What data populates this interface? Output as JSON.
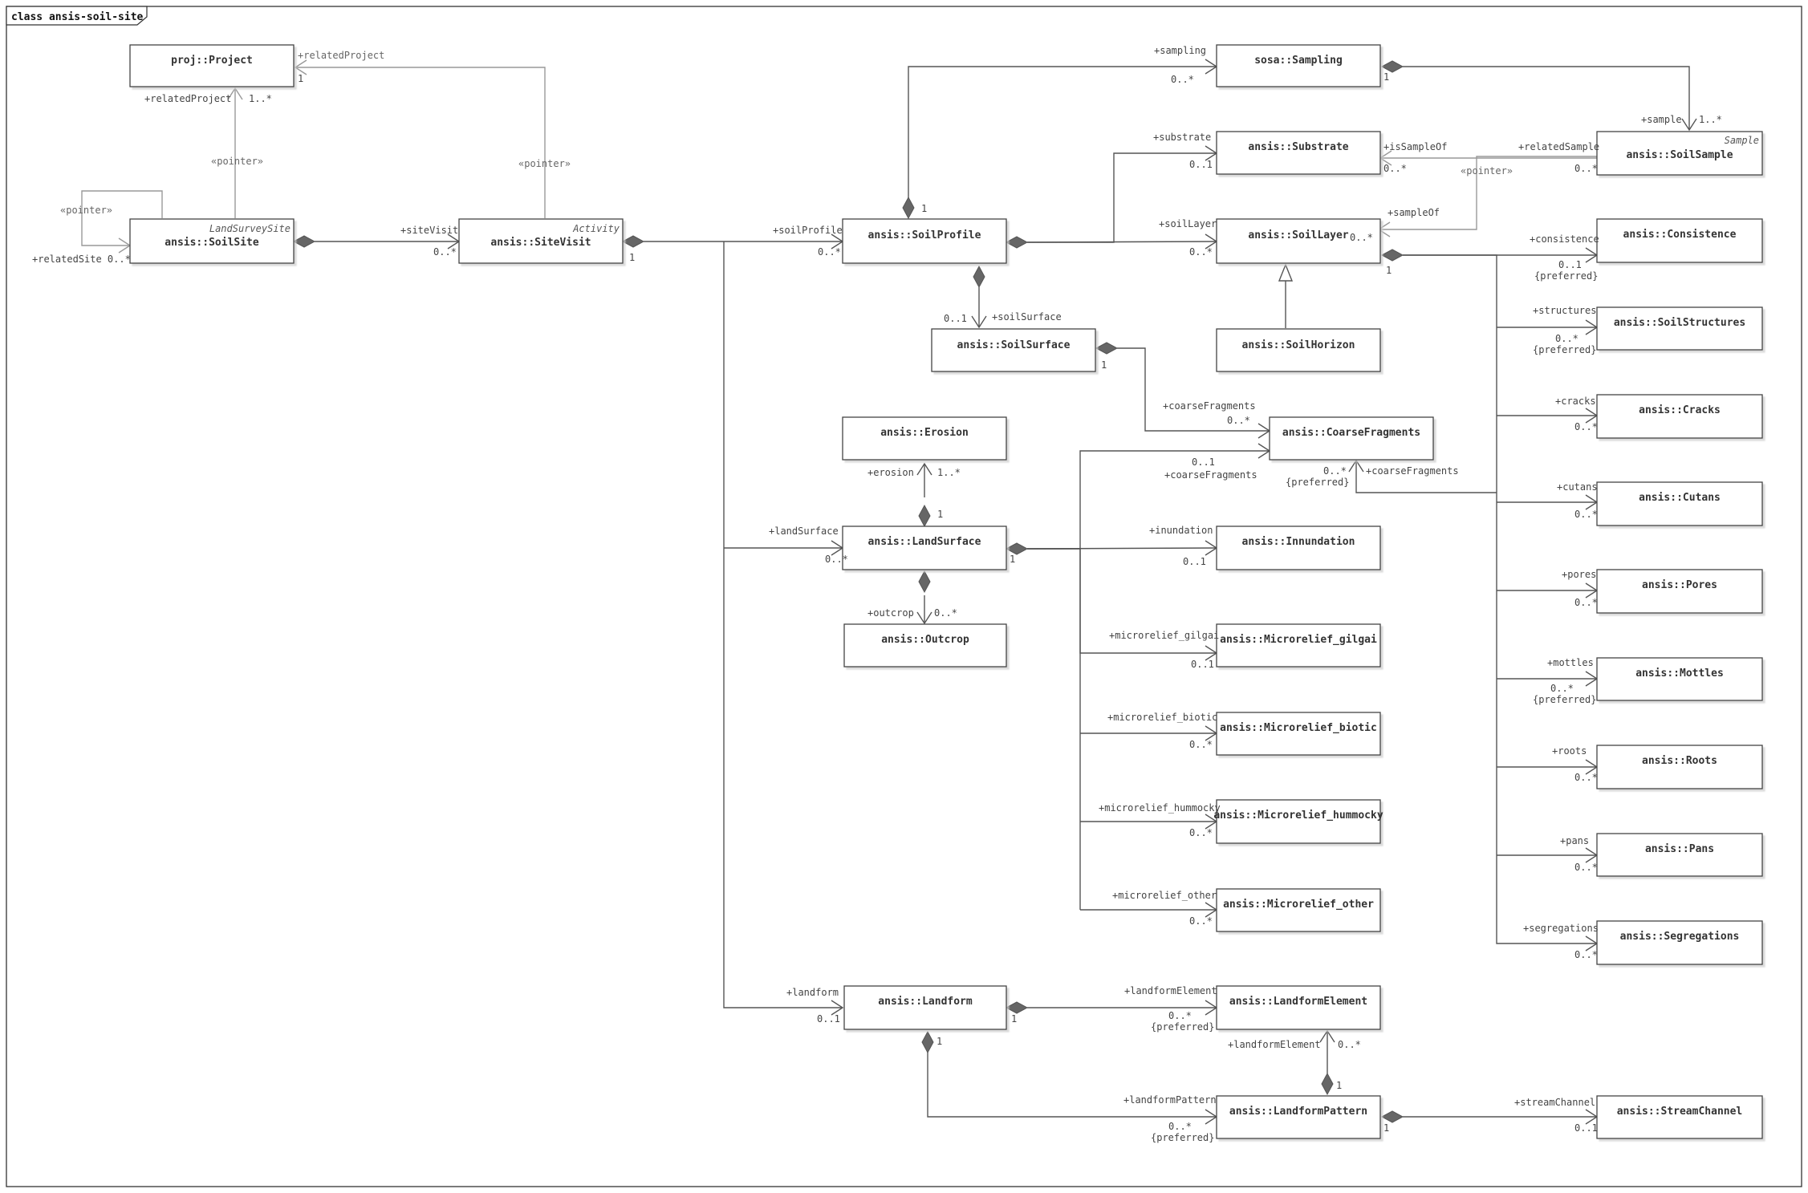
{
  "frame_title": "class ansis-soil-site",
  "classes": [
    {
      "id": "Project",
      "name": "proj::Project",
      "stereotype": ""
    },
    {
      "id": "SoilSite",
      "name": "ansis::SoilSite",
      "stereotype": "LandSurveySite"
    },
    {
      "id": "SiteVisit",
      "name": "ansis::SiteVisit",
      "stereotype": "Activity"
    },
    {
      "id": "SoilProfile",
      "name": "ansis::SoilProfile",
      "stereotype": ""
    },
    {
      "id": "Sampling",
      "name": "sosa::Sampling",
      "stereotype": ""
    },
    {
      "id": "Substrate",
      "name": "ansis::Substrate",
      "stereotype": ""
    },
    {
      "id": "SoilSample",
      "name": "ansis::SoilSample",
      "stereotype": "Sample"
    },
    {
      "id": "SoilLayer",
      "name": "ansis::SoilLayer",
      "stereotype": ""
    },
    {
      "id": "SoilHorizon",
      "name": "ansis::SoilHorizon",
      "stereotype": ""
    },
    {
      "id": "SoilSurface",
      "name": "ansis::SoilSurface",
      "stereotype": ""
    },
    {
      "id": "Erosion",
      "name": "ansis::Erosion",
      "stereotype": ""
    },
    {
      "id": "LandSurface",
      "name": "ansis::LandSurface",
      "stereotype": ""
    },
    {
      "id": "Outcrop",
      "name": "ansis::Outcrop",
      "stereotype": ""
    },
    {
      "id": "CoarseFragments",
      "name": "ansis::CoarseFragments",
      "stereotype": ""
    },
    {
      "id": "Innundation",
      "name": "ansis::Innundation",
      "stereotype": ""
    },
    {
      "id": "Microrelief_gilgai",
      "name": "ansis::Microrelief_gilgai",
      "stereotype": ""
    },
    {
      "id": "Microrelief_biotic",
      "name": "ansis::Microrelief_biotic",
      "stereotype": ""
    },
    {
      "id": "Microrelief_hummocky",
      "name": "ansis::Microrelief_hummocky",
      "stereotype": ""
    },
    {
      "id": "Microrelief_other",
      "name": "ansis::Microrelief_other",
      "stereotype": ""
    },
    {
      "id": "Landform",
      "name": "ansis::Landform",
      "stereotype": ""
    },
    {
      "id": "LandformElement",
      "name": "ansis::LandformElement",
      "stereotype": ""
    },
    {
      "id": "LandformPattern",
      "name": "ansis::LandformPattern",
      "stereotype": ""
    },
    {
      "id": "StreamChannel",
      "name": "ansis::StreamChannel",
      "stereotype": ""
    },
    {
      "id": "Consistence",
      "name": "ansis::Consistence",
      "stereotype": ""
    },
    {
      "id": "SoilStructures",
      "name": "ansis::SoilStructures",
      "stereotype": ""
    },
    {
      "id": "Cracks",
      "name": "ansis::Cracks",
      "stereotype": ""
    },
    {
      "id": "Cutans",
      "name": "ansis::Cutans",
      "stereotype": ""
    },
    {
      "id": "Pores",
      "name": "ansis::Pores",
      "stereotype": ""
    },
    {
      "id": "Mottles",
      "name": "ansis::Mottles",
      "stereotype": ""
    },
    {
      "id": "Roots",
      "name": "ansis::Roots",
      "stereotype": ""
    },
    {
      "id": "Pans",
      "name": "ansis::Pans",
      "stereotype": ""
    },
    {
      "id": "Segregations",
      "name": "ansis::Segregations",
      "stereotype": ""
    }
  ],
  "labels": [
    {
      "id": "relatedProject_role",
      "text": "+relatedProject"
    },
    {
      "id": "relatedProject_one",
      "text": "1"
    },
    {
      "id": "relatedProject_role2",
      "text": "+relatedProject"
    },
    {
      "id": "relatedProject_many",
      "text": "1..*"
    },
    {
      "id": "pointer1",
      "text": "«pointer»"
    },
    {
      "id": "pointer2",
      "text": "«pointer»"
    },
    {
      "id": "pointer3",
      "text": "«pointer»"
    },
    {
      "id": "pointer4",
      "text": "«pointer»"
    },
    {
      "id": "relatedSite",
      "text": "+relatedSite 0..*"
    },
    {
      "id": "siteVisit_role",
      "text": "+siteVisit"
    },
    {
      "id": "siteVisit_mult",
      "text": "0..*"
    },
    {
      "id": "siteVisit_one",
      "text": "1"
    },
    {
      "id": "soilProfile_role",
      "text": "+soilProfile"
    },
    {
      "id": "soilProfile_mult",
      "text": "0..*"
    },
    {
      "id": "sampling_role",
      "text": "+sampling"
    },
    {
      "id": "sampling_mult",
      "text": "0..*"
    },
    {
      "id": "sampling_one",
      "text": "1"
    },
    {
      "id": "sampling_one2",
      "text": "1"
    },
    {
      "id": "sample_role",
      "text": "+sample"
    },
    {
      "id": "sample_mult",
      "text": "1..*"
    },
    {
      "id": "substrate_role",
      "text": "+substrate"
    },
    {
      "id": "substrate_mult",
      "text": "0..1"
    },
    {
      "id": "isSampleOf_role",
      "text": "+isSampleOf"
    },
    {
      "id": "isSampleOf_mult",
      "text": "0..*"
    },
    {
      "id": "relatedSample_role",
      "text": "+relatedSample"
    },
    {
      "id": "relatedSample_mult",
      "text": "0..*"
    },
    {
      "id": "sampleOf_role",
      "text": "+sampleOf"
    },
    {
      "id": "sampleOf_mult",
      "text": "0..*"
    },
    {
      "id": "soilLayer_role",
      "text": "+soilLayer"
    },
    {
      "id": "soilLayer_mult",
      "text": "0..*"
    },
    {
      "id": "soilLayer_one",
      "text": "1"
    },
    {
      "id": "soilSurface_role",
      "text": "+soilSurface"
    },
    {
      "id": "soilSurface_mult",
      "text": "0..1"
    },
    {
      "id": "soilSurface_one",
      "text": "1"
    },
    {
      "id": "coarse1_role",
      "text": "+coarseFragments"
    },
    {
      "id": "coarse1_mult",
      "text": "0..*"
    },
    {
      "id": "coarse2_mult",
      "text": "0..1"
    },
    {
      "id": "coarse2_role",
      "text": "+coarseFragments"
    },
    {
      "id": "coarse3_mult",
      "text": "0..*"
    },
    {
      "id": "coarse3_pref",
      "text": "{preferred}"
    },
    {
      "id": "coarse3_role",
      "text": "+coarseFragments"
    },
    {
      "id": "erosion_role",
      "text": "+erosion"
    },
    {
      "id": "erosion_mult",
      "text": "1..*"
    },
    {
      "id": "erosion_one",
      "text": "1"
    },
    {
      "id": "landSurface_role",
      "text": "+landSurface"
    },
    {
      "id": "landSurface_mult",
      "text": "0..*"
    },
    {
      "id": "landSurface_one",
      "text": "1"
    },
    {
      "id": "outcrop_role",
      "text": "+outcrop"
    },
    {
      "id": "outcrop_mult",
      "text": "0..*"
    },
    {
      "id": "innundation_role",
      "text": "+inundation"
    },
    {
      "id": "innundation_mult",
      "text": "0..1"
    },
    {
      "id": "gilgai_role",
      "text": "+microrelief_gilgai"
    },
    {
      "id": "gilgai_mult",
      "text": "0..1"
    },
    {
      "id": "biotic_role",
      "text": "+microrelief_biotic"
    },
    {
      "id": "biotic_mult",
      "text": "0..*"
    },
    {
      "id": "hummocky_role",
      "text": "+microrelief_hummocky"
    },
    {
      "id": "hummocky_mult",
      "text": "0..*"
    },
    {
      "id": "other_role",
      "text": "+microrelief_other"
    },
    {
      "id": "other_mult",
      "text": "0..*"
    },
    {
      "id": "landform_role",
      "text": "+landform"
    },
    {
      "id": "landform_mult",
      "text": "0..1"
    },
    {
      "id": "landform_one",
      "text": "1"
    },
    {
      "id": "landform_one2",
      "text": "1"
    },
    {
      "id": "landformElement_role",
      "text": "+landformElement"
    },
    {
      "id": "landformElement_mult",
      "text": "0..*"
    },
    {
      "id": "landformElement_pref",
      "text": "{preferred}"
    },
    {
      "id": "landformElement_role2",
      "text": "+landformElement"
    },
    {
      "id": "landformElement_mult2",
      "text": "0..*"
    },
    {
      "id": "landformPattern_one",
      "text": "1"
    },
    {
      "id": "landformPattern_role",
      "text": "+landformPattern"
    },
    {
      "id": "landformPattern_mult",
      "text": "0..*"
    },
    {
      "id": "landformPattern_pref",
      "text": "{preferred}"
    },
    {
      "id": "landformPattern_one2",
      "text": "1"
    },
    {
      "id": "streamChannel_role",
      "text": "+streamChannel"
    },
    {
      "id": "streamChannel_mult",
      "text": "0..1"
    },
    {
      "id": "consistence_role",
      "text": "+consistence"
    },
    {
      "id": "consistence_mult",
      "text": "0..1"
    },
    {
      "id": "consistence_pref",
      "text": "{preferred}"
    },
    {
      "id": "structures_role",
      "text": "+structures"
    },
    {
      "id": "structures_mult",
      "text": "0..*"
    },
    {
      "id": "structures_pref",
      "text": "{preferred}"
    },
    {
      "id": "cracks_role",
      "text": "+cracks"
    },
    {
      "id": "cracks_mult",
      "text": "0..*"
    },
    {
      "id": "cutans_role",
      "text": "+cutans"
    },
    {
      "id": "cutans_mult",
      "text": "0..*"
    },
    {
      "id": "pores_role",
      "text": "+pores"
    },
    {
      "id": "pores_mult",
      "text": "0..*"
    },
    {
      "id": "mottles_role",
      "text": "+mottles"
    },
    {
      "id": "mottles_mult",
      "text": "0..*"
    },
    {
      "id": "mottles_pref",
      "text": "{preferred}"
    },
    {
      "id": "roots_role",
      "text": "+roots"
    },
    {
      "id": "roots_mult",
      "text": "0..*"
    },
    {
      "id": "pans_role",
      "text": "+pans"
    },
    {
      "id": "pans_mult",
      "text": "0..*"
    },
    {
      "id": "segregations_role",
      "text": "+segregations"
    },
    {
      "id": "segregations_mult",
      "text": "0..*"
    }
  ]
}
